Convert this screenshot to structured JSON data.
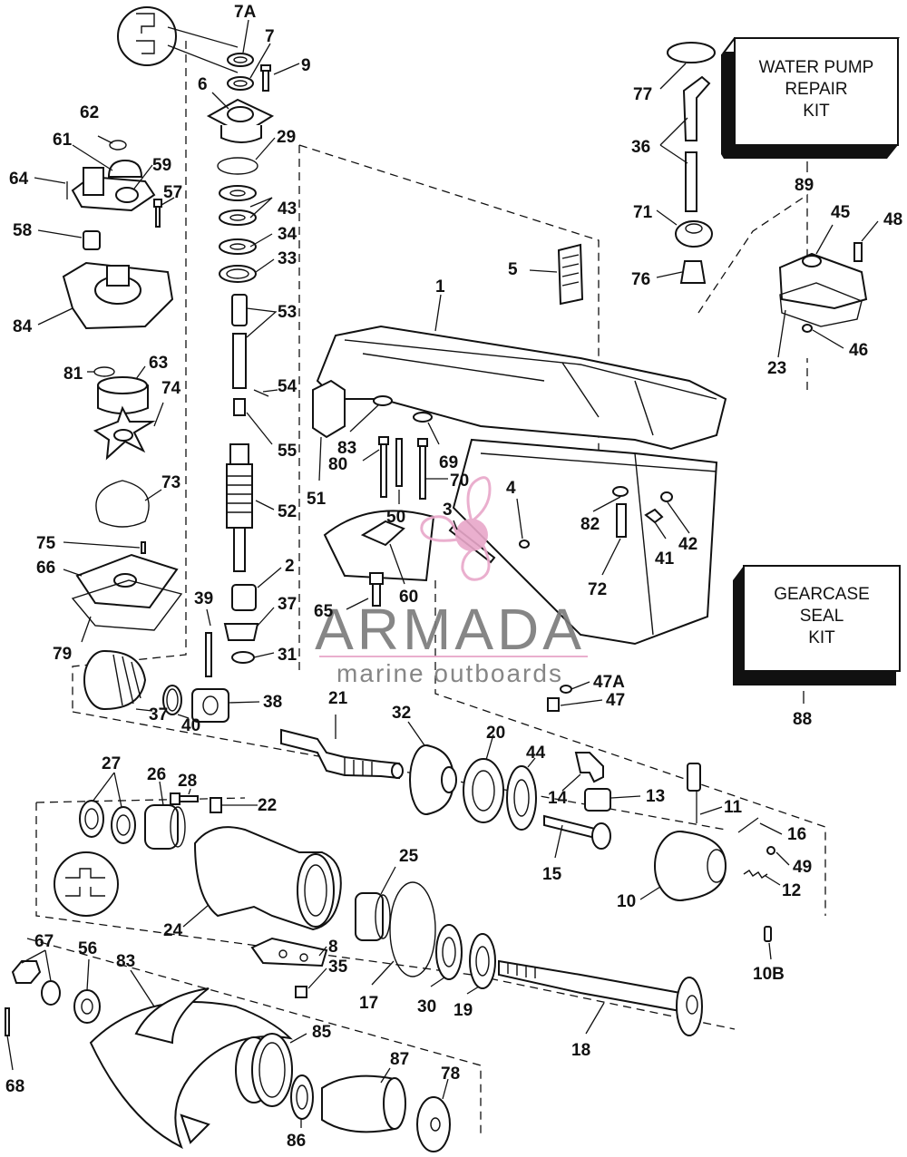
{
  "kits": {
    "water_pump": {
      "lines": [
        "WATER PUMP",
        "REPAIR",
        "KIT"
      ],
      "number": "89"
    },
    "gearcase_seal": {
      "lines": [
        "GEARCASE",
        "SEAL",
        "KIT"
      ],
      "number": "88"
    }
  },
  "watermark": {
    "brand": "ARMADA",
    "tagline": "marine outboards",
    "accent_color": "#e8a7c9",
    "text_color": "#7a7a7a"
  },
  "labels": [
    {
      "id": "7a",
      "text": "7A"
    },
    {
      "id": "7",
      "text": "7"
    },
    {
      "id": "9",
      "text": "9"
    },
    {
      "id": "6",
      "text": "6"
    },
    {
      "id": "29",
      "text": "29"
    },
    {
      "id": "62",
      "text": "62"
    },
    {
      "id": "61",
      "text": "61"
    },
    {
      "id": "59",
      "text": "59"
    },
    {
      "id": "64",
      "text": "64"
    },
    {
      "id": "57",
      "text": "57"
    },
    {
      "id": "43",
      "text": "43"
    },
    {
      "id": "34",
      "text": "34"
    },
    {
      "id": "33",
      "text": "33"
    },
    {
      "id": "58",
      "text": "58"
    },
    {
      "id": "53",
      "text": "53"
    },
    {
      "id": "84",
      "text": "84"
    },
    {
      "id": "81",
      "text": "81"
    },
    {
      "id": "63",
      "text": "63"
    },
    {
      "id": "54",
      "text": "54"
    },
    {
      "id": "74",
      "text": "74"
    },
    {
      "id": "55",
      "text": "55"
    },
    {
      "id": "73",
      "text": "73"
    },
    {
      "id": "52",
      "text": "52"
    },
    {
      "id": "75",
      "text": "75"
    },
    {
      "id": "66",
      "text": "66"
    },
    {
      "id": "2",
      "text": "2"
    },
    {
      "id": "39",
      "text": "39"
    },
    {
      "id": "37a",
      "text": "37"
    },
    {
      "id": "79",
      "text": "79"
    },
    {
      "id": "31",
      "text": "31"
    },
    {
      "id": "38",
      "text": "38"
    },
    {
      "id": "37b",
      "text": "37"
    },
    {
      "id": "40",
      "text": "40"
    },
    {
      "id": "21",
      "text": "21"
    },
    {
      "id": "32",
      "text": "32"
    },
    {
      "id": "20",
      "text": "20"
    },
    {
      "id": "44",
      "text": "44"
    },
    {
      "id": "27",
      "text": "27"
    },
    {
      "id": "26",
      "text": "26"
    },
    {
      "id": "28",
      "text": "28"
    },
    {
      "id": "22",
      "text": "22"
    },
    {
      "id": "14",
      "text": "14"
    },
    {
      "id": "13",
      "text": "13"
    },
    {
      "id": "11",
      "text": "11"
    },
    {
      "id": "16",
      "text": "16"
    },
    {
      "id": "25",
      "text": "25"
    },
    {
      "id": "15",
      "text": "15"
    },
    {
      "id": "49",
      "text": "49"
    },
    {
      "id": "12",
      "text": "12"
    },
    {
      "id": "10",
      "text": "10"
    },
    {
      "id": "24",
      "text": "24"
    },
    {
      "id": "8",
      "text": "8"
    },
    {
      "id": "35",
      "text": "35"
    },
    {
      "id": "10b",
      "text": "10B"
    },
    {
      "id": "67",
      "text": "67"
    },
    {
      "id": "56",
      "text": "56"
    },
    {
      "id": "83a",
      "text": "83"
    },
    {
      "id": "17",
      "text": "17"
    },
    {
      "id": "30",
      "text": "30"
    },
    {
      "id": "19",
      "text": "19"
    },
    {
      "id": "18",
      "text": "18"
    },
    {
      "id": "85",
      "text": "85"
    },
    {
      "id": "87",
      "text": "87"
    },
    {
      "id": "78",
      "text": "78"
    },
    {
      "id": "68",
      "text": "68"
    },
    {
      "id": "86",
      "text": "86"
    },
    {
      "id": "1",
      "text": "1"
    },
    {
      "id": "5",
      "text": "5"
    },
    {
      "id": "77",
      "text": "77"
    },
    {
      "id": "36",
      "text": "36"
    },
    {
      "id": "71",
      "text": "71"
    },
    {
      "id": "76",
      "text": "76"
    },
    {
      "id": "45",
      "text": "45"
    },
    {
      "id": "48",
      "text": "48"
    },
    {
      "id": "23",
      "text": "23"
    },
    {
      "id": "46",
      "text": "46"
    },
    {
      "id": "83b",
      "text": "83"
    },
    {
      "id": "80",
      "text": "80"
    },
    {
      "id": "69",
      "text": "69"
    },
    {
      "id": "70",
      "text": "70"
    },
    {
      "id": "51",
      "text": "51"
    },
    {
      "id": "50",
      "text": "50"
    },
    {
      "id": "3",
      "text": "3"
    },
    {
      "id": "4",
      "text": "4"
    },
    {
      "id": "82",
      "text": "82"
    },
    {
      "id": "41",
      "text": "41"
    },
    {
      "id": "42",
      "text": "42"
    },
    {
      "id": "72",
      "text": "72"
    },
    {
      "id": "60",
      "text": "60"
    },
    {
      "id": "65",
      "text": "65"
    },
    {
      "id": "47a",
      "text": "47A"
    },
    {
      "id": "47",
      "text": "47"
    }
  ]
}
